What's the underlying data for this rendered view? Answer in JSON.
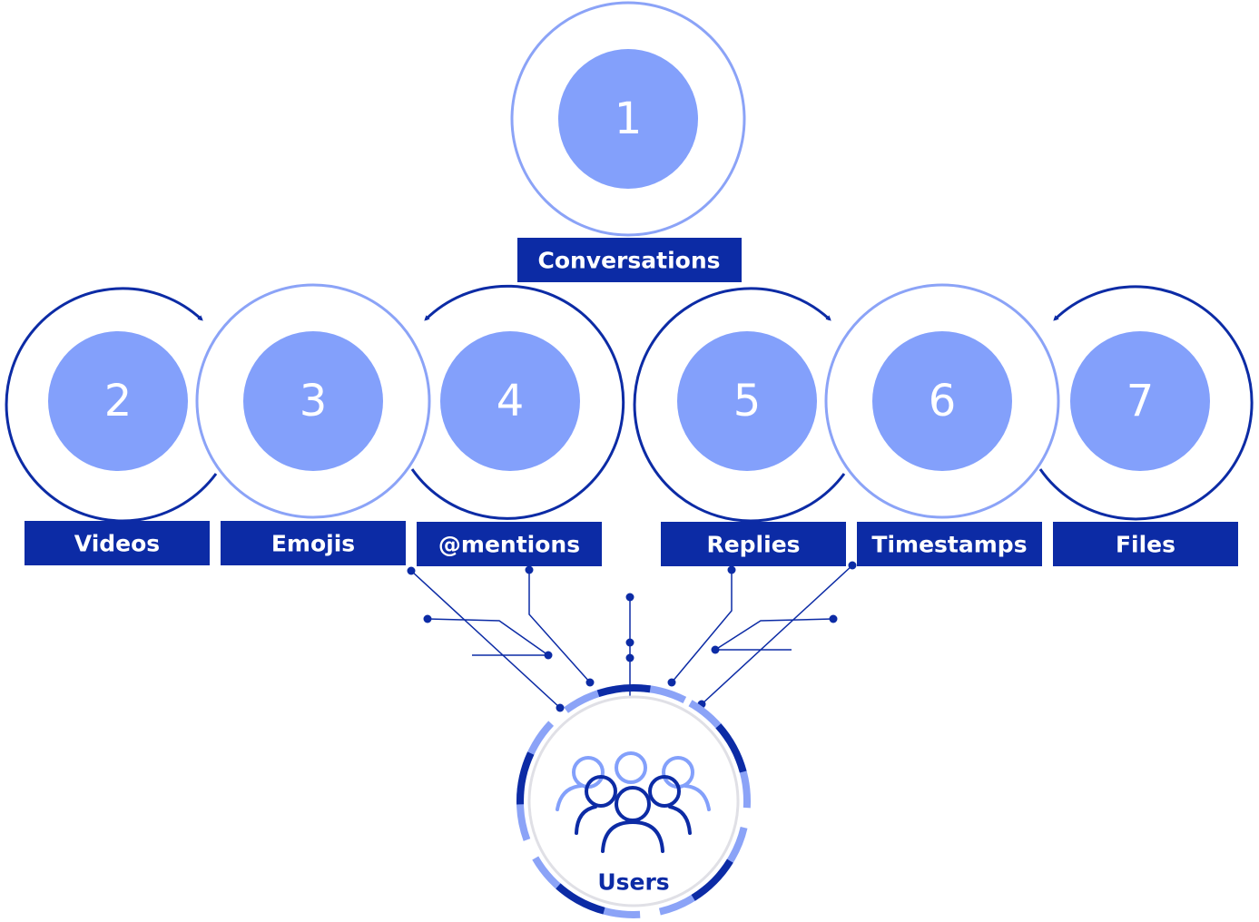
{
  "colors": {
    "dark_blue": "#0c2ba5",
    "light_blue": "#83a0fb",
    "ring_light": "#8ba3f7",
    "white": "#ffffff"
  },
  "nodes": [
    {
      "number": "1",
      "label": "Conversations"
    },
    {
      "number": "2",
      "label": "Videos"
    },
    {
      "number": "3",
      "label": "Emojis"
    },
    {
      "number": "4",
      "label": "@mentions"
    },
    {
      "number": "5",
      "label": "Replies"
    },
    {
      "number": "6",
      "label": "Timestamps"
    },
    {
      "number": "7",
      "label": "Files"
    }
  ],
  "hub": {
    "label": "Users",
    "icon": "users-group-icon"
  }
}
